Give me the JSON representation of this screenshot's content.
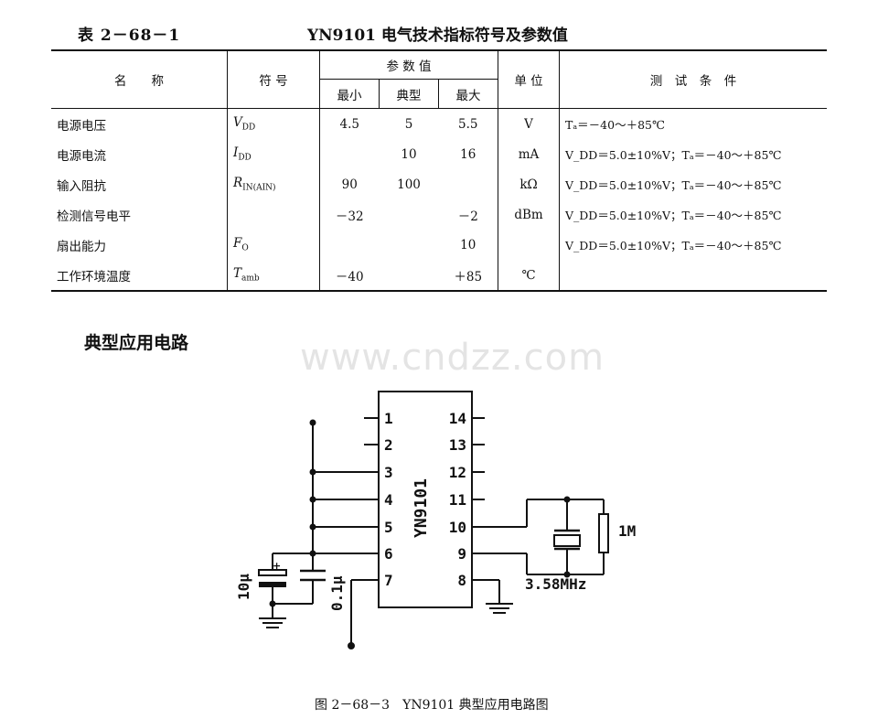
{
  "header": {
    "table_no": "表 2－68－1",
    "title": "YN9101 电气技术指标符号及参数值"
  },
  "table": {
    "col_name": "名　　称",
    "col_symbol": "符 号",
    "col_params": "参 数 值",
    "col_min": "最小",
    "col_typ": "典型",
    "col_max": "最大",
    "col_unit": "单 位",
    "col_cond": "测　试　条　件",
    "rows": [
      {
        "name": "电源电压",
        "sym": "V",
        "sub": "DD",
        "min": "4.5",
        "typ": "5",
        "max": "5.5",
        "unit": "V",
        "cond": "Tₐ＝－40～＋85℃"
      },
      {
        "name": "电源电流",
        "sym": "I",
        "sub": "DD",
        "min": "",
        "typ": "10",
        "max": "16",
        "unit": "mA",
        "cond": "V_DD＝5.0±10%V；Tₐ＝－40～＋85℃"
      },
      {
        "name": "输入阻抗",
        "sym": "R",
        "sub": "IN(AIN)",
        "min": "90",
        "typ": "100",
        "max": "",
        "unit": "kΩ",
        "cond": "V_DD＝5.0±10%V；Tₐ＝－40～＋85℃"
      },
      {
        "name": "检测信号电平",
        "sym": "",
        "sub": "",
        "min": "－32",
        "typ": "",
        "max": "－2",
        "unit": "dBm",
        "cond": "V_DD＝5.0±10%V；Tₐ＝－40～＋85℃"
      },
      {
        "name": "扇出能力",
        "sym": "F",
        "sub": "O",
        "min": "",
        "typ": "",
        "max": "10",
        "unit": "",
        "cond": "V_DD＝5.0±10%V；Tₐ＝－40～＋85℃"
      },
      {
        "name": "工作环境温度",
        "sym": "T",
        "sub": "amb",
        "min": "－40",
        "typ": "",
        "max": "＋85",
        "unit": "℃",
        "cond": ""
      }
    ]
  },
  "section_title": "典型应用电路",
  "watermark": "www.cndzz.com",
  "circuit": {
    "chip_label": "YN9101",
    "pins_left": [
      "1",
      "2",
      "3",
      "4",
      "5",
      "6",
      "7"
    ],
    "pins_right": [
      "14",
      "13",
      "12",
      "11",
      "10",
      "9",
      "8"
    ],
    "cap1_label": "10μ",
    "cap2_label": "0.1μ",
    "res_label": "1M",
    "crystal_label": "3.58MHz",
    "cap_plus": "+"
  },
  "caption": "图 2－68－3　YN9101 典型应用电路图"
}
